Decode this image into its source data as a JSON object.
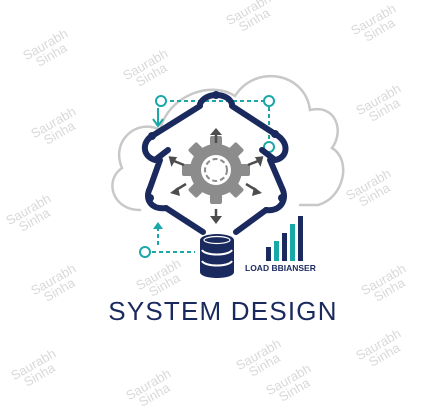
{
  "title": "SYSTEM DESIGN",
  "load_balancer_label": "LOAD BBIANSER",
  "watermark": {
    "line1": "Saurabh",
    "line2": "Sinha"
  },
  "colors": {
    "navy": "#1b2a5e",
    "teal": "#1aa7a8",
    "gear": "#8c8c8c",
    "arrow": "#4d4d4d",
    "cloud": "#c8c8c8"
  },
  "icons": [
    "cloud-icon",
    "gear-icon",
    "database-icon",
    "bar-chart-icon",
    "network-node-icon",
    "arrow-icon"
  ]
}
